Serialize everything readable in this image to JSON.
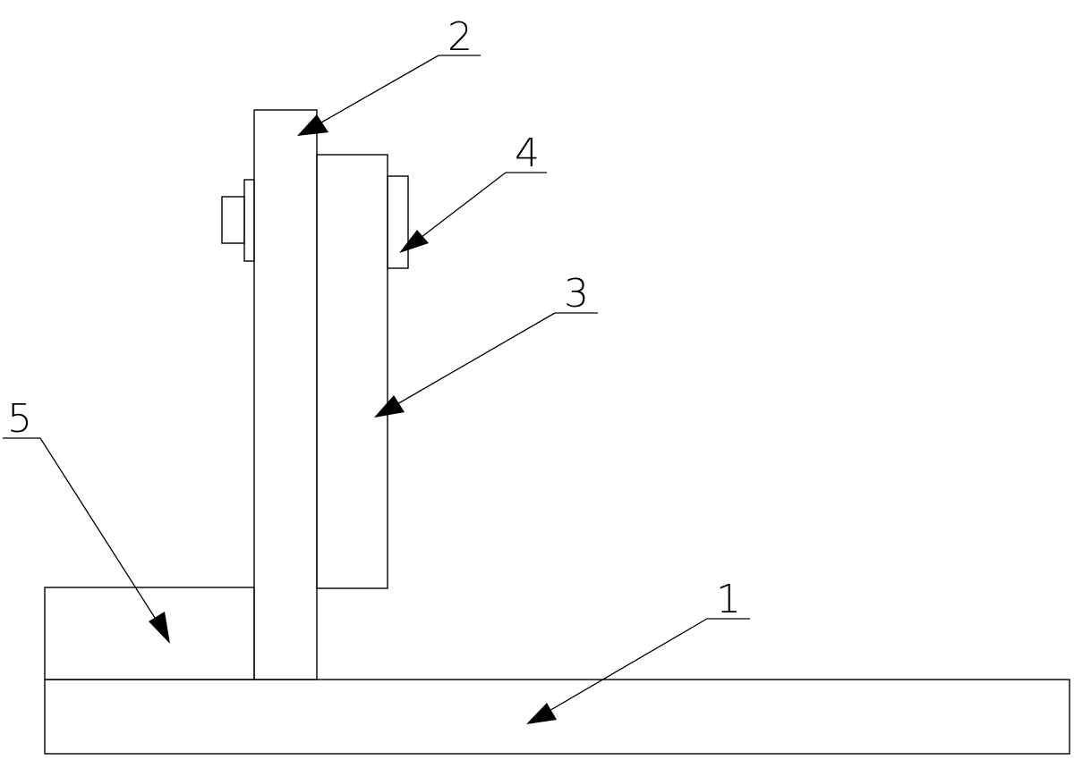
{
  "diagram": {
    "labels": [
      {
        "id": "part-1",
        "text": "1"
      },
      {
        "id": "part-2",
        "text": "2"
      },
      {
        "id": "part-3",
        "text": "3"
      },
      {
        "id": "part-4",
        "text": "4"
      },
      {
        "id": "part-5",
        "text": "5"
      }
    ]
  }
}
